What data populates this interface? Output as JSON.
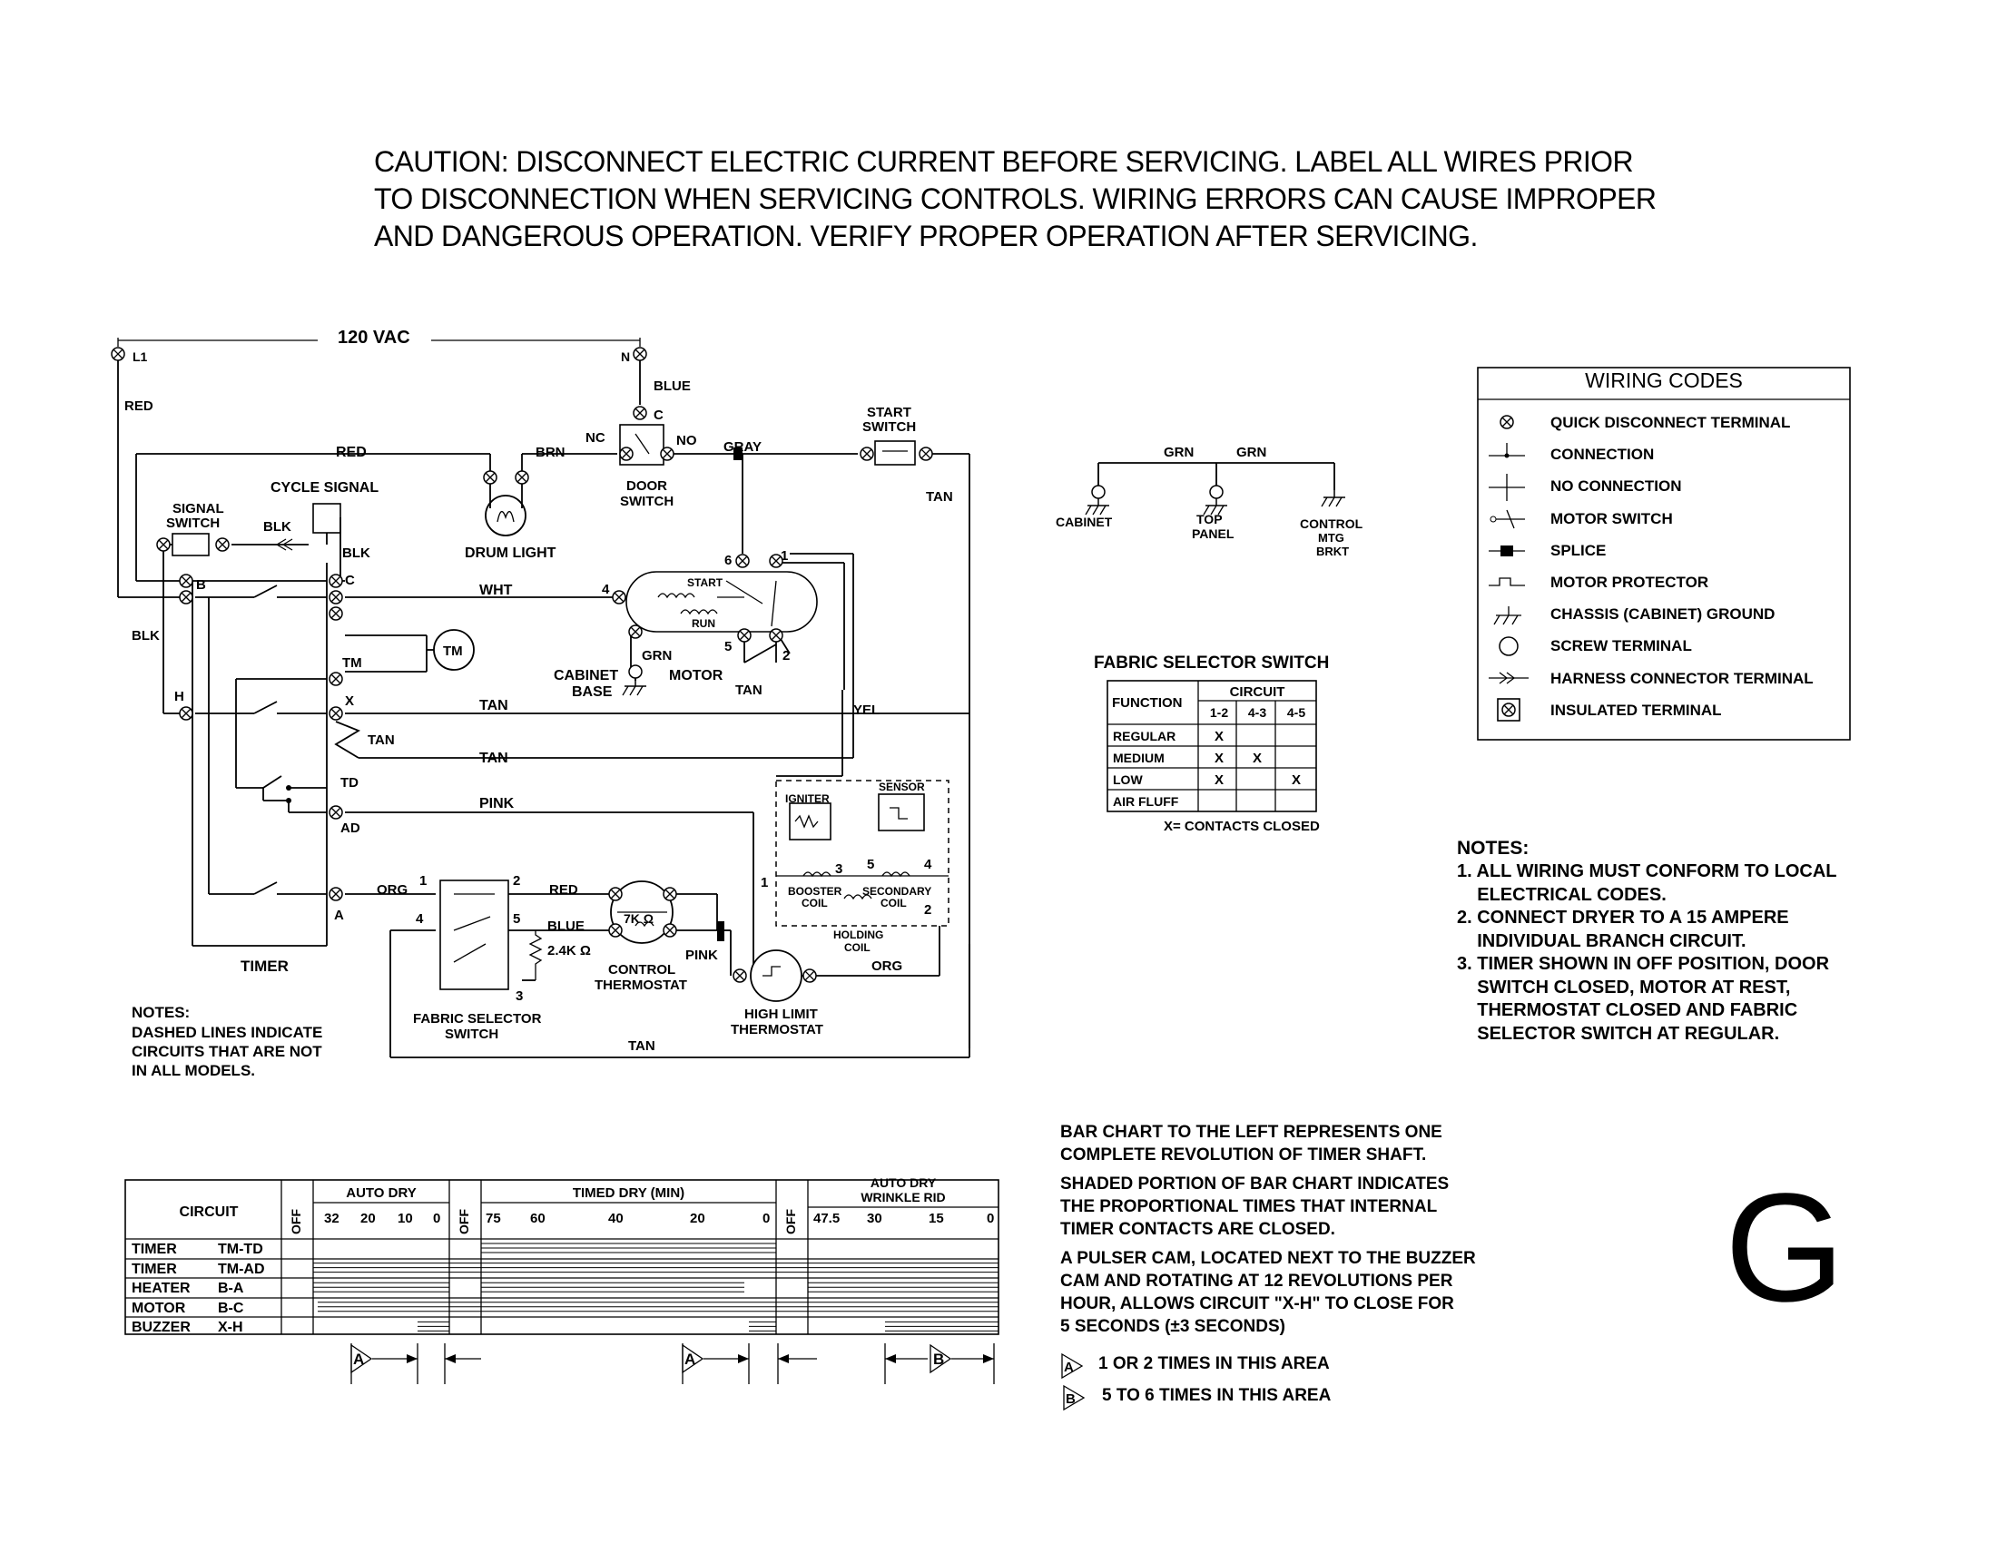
{
  "caution": {
    "line1": "CAUTION: DISCONNECT ELECTRIC CURRENT BEFORE SERVICING. LABEL ALL WIRES PRIOR",
    "line2": "TO DISCONNECTION WHEN SERVICING CONTROLS. WIRING ERRORS CAN CAUSE IMPROPER",
    "line3": "AND DANGEROUS OPERATION. VERIFY PROPER OPERATION AFTER SERVICING."
  },
  "schematic": {
    "supply": "120 VAC",
    "l1": "L1",
    "n": "N",
    "labels": {
      "red_l1": "RED",
      "blue": "BLUE",
      "c_door": "C",
      "nc": "NC",
      "no": "NO",
      "red_top": "RED",
      "brn": "BRN",
      "gray": "GRAY",
      "start_switch_1": "START",
      "start_switch_2": "SWITCH",
      "tan_right": "TAN",
      "door_switch_1": "DOOR",
      "door_switch_2": "SWITCH",
      "drum_light": "DRUM LIGHT",
      "cycle_signal": "CYCLE SIGNAL",
      "signal_switch_1": "SIGNAL",
      "signal_switch_2": "SWITCH",
      "blk1": "BLK",
      "blk2": "BLK",
      "blk_left": "BLK",
      "term_b": "B",
      "term_c": "C",
      "term_tm": "TM",
      "term_h": "H",
      "term_x": "X",
      "term_td": "TD",
      "term_ad": "AD",
      "term_a": "A",
      "wht": "WHT",
      "tm": "TM",
      "tan1": "TAN",
      "tan2": "TAN",
      "tan3": "TAN",
      "pink": "PINK",
      "motor_start": "START",
      "motor_run": "RUN",
      "m4": "4",
      "m6": "6",
      "m1": "1",
      "m5": "5",
      "m2": "2",
      "grn_motor": "GRN",
      "motor": "MOTOR",
      "tan_motor": "TAN",
      "cabinet_base_1": "CABINET",
      "cabinet_base_2": "BASE",
      "yel": "YEL",
      "timer": "TIMER",
      "org": "ORG",
      "fs1": "1",
      "fs2": "2",
      "fs4": "4",
      "fs5": "5",
      "fs3": "3",
      "red_fs": "RED",
      "blue_fs": "BLUE",
      "res24": "2.4K Ω",
      "res7": "7K Ω",
      "control_thermostat_1": "CONTROL",
      "control_thermostat_2": "THERMOSTAT",
      "pink2": "PINK",
      "high_limit_1": "HIGH LIMIT",
      "high_limit_2": "THERMOSTAT",
      "fabric_selector_1": "FABRIC SELECTOR",
      "fabric_selector_2": "SWITCH",
      "tan_bottom": "TAN",
      "igniter": "IGNITER",
      "sensor": "SENSOR",
      "b3": "3",
      "b5": "5",
      "b4": "4",
      "b1": "1",
      "b2": "2",
      "booster_1": "BOOSTER",
      "booster_2": "COIL",
      "secondary_1": "SECONDARY",
      "secondary_2": "COIL",
      "holding_1": "HOLDING",
      "holding_2": "COIL",
      "org2": "ORG"
    },
    "notes_title": "NOTES:",
    "notes_lines": [
      "DASHED LINES INDICATE",
      "CIRCUITS THAT ARE NOT",
      "IN ALL MODELS."
    ]
  },
  "ground": {
    "grn1": "GRN",
    "grn2": "GRN",
    "cabinet": "CABINET",
    "top_panel_1": "TOP",
    "top_panel_2": "PANEL",
    "control_1": "CONTROL",
    "control_2": "MTG",
    "control_3": "BRKT"
  },
  "fabric_table": {
    "title": "FABRIC SELECTOR SWITCH",
    "function": "FUNCTION",
    "circuit": "CIRCUIT",
    "cols": [
      "1-2",
      "4-3",
      "4-5"
    ],
    "rows": [
      {
        "name": "REGULAR",
        "marks": [
          "X",
          "",
          ""
        ]
      },
      {
        "name": "MEDIUM",
        "marks": [
          "X",
          "X",
          ""
        ]
      },
      {
        "name": "LOW",
        "marks": [
          "X",
          "",
          "X"
        ]
      },
      {
        "name": "AIR FLUFF",
        "marks": [
          "",
          "",
          ""
        ]
      }
    ],
    "footnote": "X= CONTACTS CLOSED"
  },
  "wiring_codes": {
    "title": "WIRING CODES",
    "items": [
      {
        "label": "QUICK DISCONNECT TERMINAL",
        "icon": "quick-disconnect-icon"
      },
      {
        "label": "CONNECTION",
        "icon": "connection-icon"
      },
      {
        "label": "NO CONNECTION",
        "icon": "no-connection-icon"
      },
      {
        "label": "MOTOR SWITCH",
        "icon": "motor-switch-icon"
      },
      {
        "label": "SPLICE",
        "icon": "splice-icon"
      },
      {
        "label": "MOTOR PROTECTOR",
        "icon": "motor-protector-icon"
      },
      {
        "label": "CHASSIS (CABINET) GROUND",
        "icon": "chassis-ground-icon"
      },
      {
        "label": "SCREW TERMINAL",
        "icon": "screw-terminal-icon"
      },
      {
        "label": "HARNESS CONNECTOR TERMINAL",
        "icon": "harness-connector-icon"
      },
      {
        "label": "INSULATED TERMINAL",
        "icon": "insulated-terminal-icon"
      }
    ]
  },
  "notes_right": {
    "title": "NOTES:",
    "lines": [
      "1. ALL WIRING MUST CONFORM TO LOCAL",
      "    ELECTRICAL CODES.",
      "2. CONNECT DRYER TO A 15 AMPERE",
      "    INDIVIDUAL BRANCH CIRCUIT.",
      "3. TIMER SHOWN IN OFF POSITION, DOOR",
      "    SWITCH CLOSED, MOTOR AT REST,",
      "    THERMOSTAT CLOSED AND FABRIC",
      "    SELECTOR SWITCH AT REGULAR."
    ]
  },
  "bar_chart": {
    "circuit": "CIRCUIT",
    "off": "OFF",
    "auto_dry": "AUTO DRY",
    "timed_dry": "TIMED DRY (MIN)",
    "auto_dry_wr_1": "AUTO DRY",
    "auto_dry_wr_2": "WRINKLE RID",
    "ticks_auto": [
      "32",
      "20",
      "10",
      "0"
    ],
    "ticks_timed": [
      "75",
      "60",
      "40",
      "20",
      "0"
    ],
    "ticks_wr": [
      "47.5",
      "30",
      "15",
      "0"
    ],
    "rows": [
      {
        "name": "TIMER",
        "code": "TM-TD"
      },
      {
        "name": "TIMER",
        "code": "TM-AD"
      },
      {
        "name": "HEATER",
        "code": "B-A"
      },
      {
        "name": "MOTOR",
        "code": "B-C"
      },
      {
        "name": "BUZZER",
        "code": "X-H"
      }
    ],
    "marker_a": "A",
    "marker_b": "B"
  },
  "bar_notes": {
    "p1": [
      "BAR CHART TO THE LEFT REPRESENTS ONE",
      "COMPLETE REVOLUTION OF TIMER SHAFT."
    ],
    "p2": [
      "SHADED PORTION OF BAR CHART INDICATES",
      "THE PROPORTIONAL TIMES THAT INTERNAL",
      "TIMER CONTACTS ARE CLOSED."
    ],
    "p3": [
      "A PULSER CAM, LOCATED NEXT TO THE BUZZER",
      "CAM AND ROTATING AT 12 REVOLUTIONS PER",
      "HOUR, ALLOWS CIRCUIT \"X-H\" TO CLOSE FOR",
      "5 SECONDS (±3 SECONDS)"
    ],
    "a_label": "A",
    "a_text": "1 OR 2 TIMES IN THIS AREA",
    "b_label": "B",
    "b_text": "5 TO 6 TIMES IN THIS AREA"
  },
  "model_letter": "G"
}
